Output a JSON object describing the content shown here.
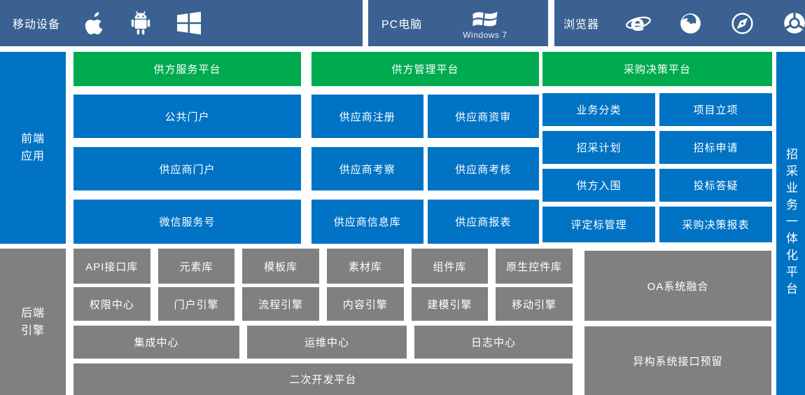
{
  "colors": {
    "topbar_blue": "#3A6191",
    "box_blue": "#0073C4",
    "header_green": "#00AB4F",
    "box_gray": "#808080",
    "text": "#FFFFFF"
  },
  "topbar": {
    "mobile": {
      "label": "移动设备",
      "icons": [
        "apple-icon",
        "android-icon",
        "windows-icon"
      ]
    },
    "pc": {
      "label": "PC电脑",
      "icon": "windows7-flag-icon",
      "caption": "Windows 7"
    },
    "browser": {
      "label": "浏览器",
      "icons": [
        "ie-icon",
        "firefox-icon",
        "safari-icon",
        "chrome-icon"
      ]
    }
  },
  "sidebars": {
    "frontend": {
      "line1": "前端",
      "line2": "应用"
    },
    "backend": {
      "line1": "后端",
      "line2": "引擎"
    }
  },
  "right_strip": {
    "label": "招采业务一体化平台"
  },
  "platforms": {
    "col1": {
      "header": "供方服务平台",
      "items": [
        "公共门户",
        "供应商门户",
        "微信服务号"
      ]
    },
    "col2": {
      "header": "供方管理平台",
      "items": [
        "供应商注册",
        "供应商资审",
        "供应商考察",
        "供应商考核",
        "供应商信息库",
        "供应商报表"
      ]
    },
    "col3": {
      "header": "采购决策平台",
      "items": [
        "业务分类",
        "项目立项",
        "招采计划",
        "招标申请",
        "供方入围",
        "投标答疑",
        "评定标管理",
        "采购决策报表"
      ]
    }
  },
  "backend": {
    "row1": [
      "API接口库",
      "元素库",
      "模板库",
      "素材库",
      "组件库",
      "原生控件库"
    ],
    "row2": [
      "权限中心",
      "门户引擎",
      "流程引擎",
      "内容引擎",
      "建模引擎",
      "移动引擎"
    ],
    "row3": [
      "集成中心",
      "运维中心",
      "日志中心"
    ],
    "row4": [
      "二次开发平台"
    ],
    "right": [
      "OA系统融合",
      "异构系统接口预留"
    ]
  }
}
